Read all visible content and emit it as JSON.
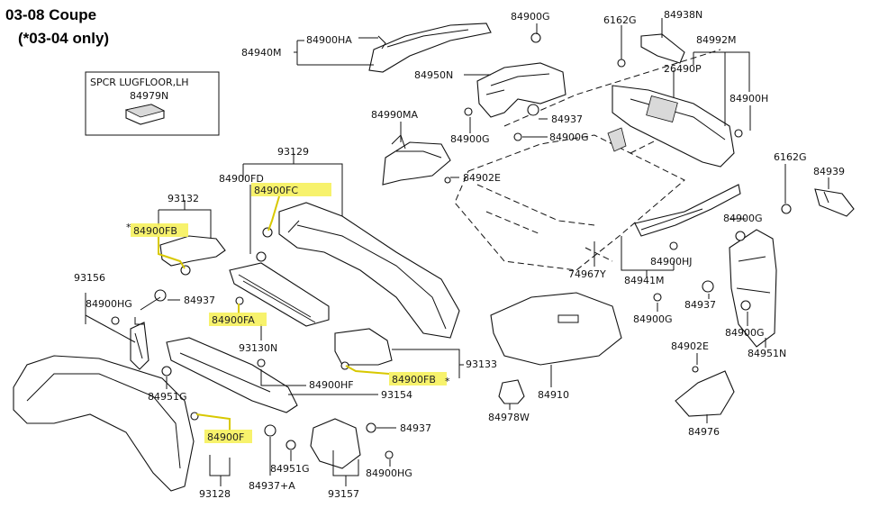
{
  "header": {
    "title_line1": "03-08 Coupe",
    "title_line2": "(*03-04 only)"
  },
  "inset_box": {
    "title": "SPCR LUGFLOOR,LH",
    "part": "84979N"
  },
  "labels": {
    "p84900HA": "84900HA",
    "p84940M": "84940M",
    "p84950N": "84950N",
    "p84900G_top": "84900G",
    "p6162G_top": "6162G",
    "p84938N": "84938N",
    "p84992M": "84992M",
    "p26490P": "26490P",
    "p84900H": "84900H",
    "p84937_top": "84937",
    "p84900G_mid1": "84900G",
    "p84900G_mid2": "84900G",
    "p84990MA": "84990MA",
    "p84902E_mid": "84902E",
    "p93129": "93129",
    "p84900FD": "84900FD",
    "p84900FC": "84900FC",
    "p93132": "93132",
    "p84900FB_left": "84900FB",
    "p93156": "93156",
    "p84900HG_left": "84900HG",
    "p84937_left": "84937",
    "p84900FA": "84900FA",
    "p93130N": "93130N",
    "p74967Y": "74967Y",
    "p6162G_right": "6162G",
    "p84939": "84939",
    "p84900G_r1": "84900G",
    "p84900HJ": "84900HJ",
    "p84941M": "84941M",
    "p84937_right": "84937",
    "p84900G_r2": "84900G",
    "p84900G_r3": "84900G",
    "p84951N": "84951N",
    "p93133": "93133",
    "p84900FB_right": "84900FB",
    "p84900HF": "84900HF",
    "p93154": "93154",
    "p84951G_left": "84951G",
    "p84900F": "84900F",
    "p84951G_mid": "84951G",
    "p84937A": "84937+A",
    "p93128": "93128",
    "p84937_bot": "84937",
    "p84900HG_bot": "84900HG",
    "p93157": "93157",
    "p84910": "84910",
    "p84978W": "84978W",
    "p84902E_right": "84902E",
    "p84976": "84976",
    "star_left": "*",
    "star_right": "*"
  }
}
